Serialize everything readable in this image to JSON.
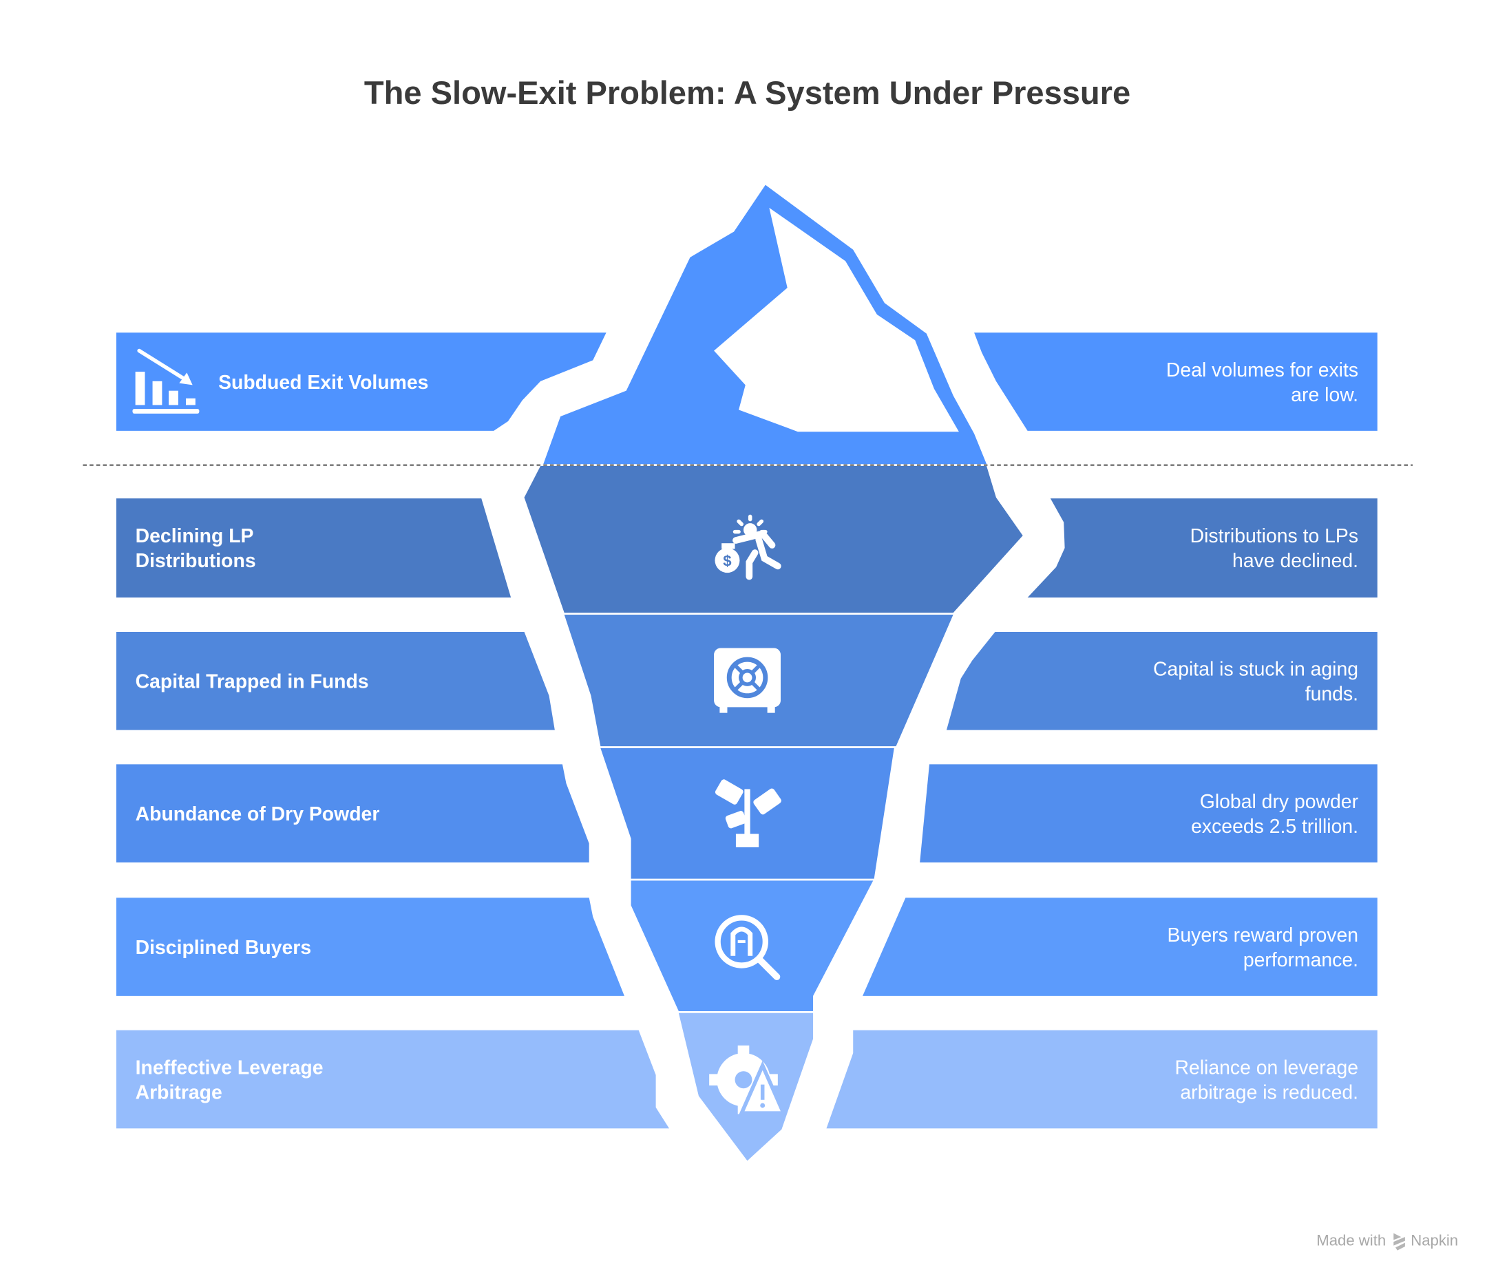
{
  "title": "The Slow-Exit Problem: A System Under Pressure",
  "colors": {
    "tip": "#4F93FF",
    "layer1": "#4A7AC4",
    "layer2": "#5087DC",
    "layer3": "#528EEE",
    "layer4": "#5C9BFC",
    "layer5": "#95BCFC"
  },
  "layers": [
    {
      "label": [
        "Subdued Exit Volumes"
      ],
      "description": [
        "Deal volumes for exits",
        "are low."
      ],
      "icon": "declining-bar-chart-icon"
    },
    {
      "label": [
        "Declining LP",
        "Distributions"
      ],
      "description": [
        "Distributions to LPs",
        "have declined."
      ],
      "icon": "person-fleeing-with-money-bag-icon"
    },
    {
      "label": [
        "Capital Trapped in Funds"
      ],
      "description": [
        "Capital is stuck in aging",
        "funds."
      ],
      "icon": "safe-vault-icon"
    },
    {
      "label": [
        "Abundance of Dry Powder"
      ],
      "description": [
        "Global dry powder",
        "exceeds 2.5 trillion."
      ],
      "icon": "money-plant-icon"
    },
    {
      "label": [
        "Disciplined Buyers"
      ],
      "description": [
        "Buyers reward proven",
        "performance."
      ],
      "icon": "search-building-icon"
    },
    {
      "label": [
        "Ineffective Leverage",
        "Arbitrage"
      ],
      "description": [
        "Reliance on leverage",
        "arbitrage is reduced."
      ],
      "icon": "gear-warning-icon"
    }
  ],
  "footer": {
    "made_with": "Made with",
    "brand": "Napkin"
  }
}
